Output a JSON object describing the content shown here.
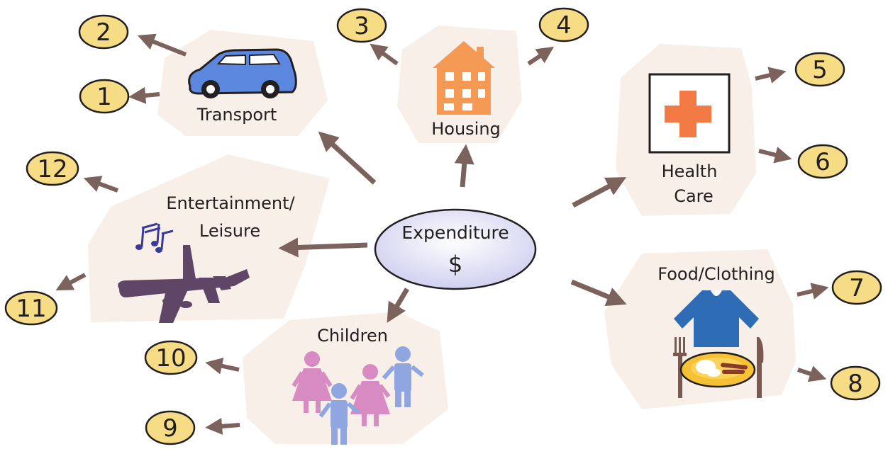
{
  "center": {
    "title": "Expenditure",
    "symbol": "$"
  },
  "categories": {
    "transport": "Transport",
    "housing": "Housing",
    "health_line1": "Health",
    "health_line2": "Care",
    "food_clothing": "Food/Clothing",
    "children": "Children",
    "entertainment_line1": "Entertainment/",
    "entertainment_line2": "Leisure"
  },
  "numbers": [
    "1",
    "2",
    "3",
    "4",
    "5",
    "6",
    "7",
    "8",
    "9",
    "10",
    "11",
    "12"
  ],
  "colors": {
    "badge_fill": "#f6dc84",
    "badge_stroke": "#231f20",
    "arrow": "#7b625c",
    "panel": "#f7efe8",
    "ellipse_fill": "#dcdcf4",
    "car": "#5b88de",
    "house": "#f59a55",
    "cross": "#f47a45",
    "shirt": "#2e6cb5",
    "plane": "#5f4666",
    "music": "#3a3a9a",
    "girl": "#d88ac3",
    "boy": "#8fa6e0"
  }
}
